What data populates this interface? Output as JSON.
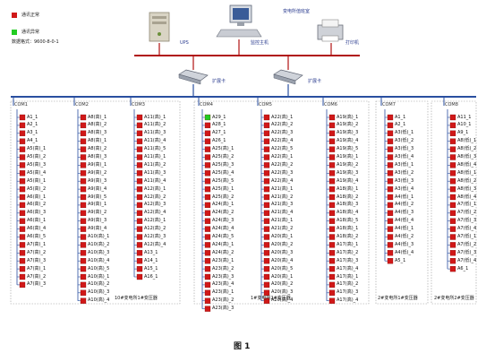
{
  "legend": [
    {
      "label": "通讯正常",
      "color": "#d01818"
    },
    {
      "label": "通讯异常",
      "color": "#22cc22"
    }
  ],
  "data_format": "数据格式：9600-8-0-1",
  "title": "变电所值班室",
  "devices": {
    "ups": "UPS",
    "host": "监控主机",
    "printer": "打印机",
    "switch1": "扩展卡",
    "switch2": "扩展卡"
  },
  "columns": [
    {
      "header": "COM1",
      "items": [
        "A1_1",
        "A2_1",
        "A3_1",
        "A4_1",
        "A5(高)_1",
        "A5(高)_2",
        "A5(高)_3",
        "A5(高)_4",
        "A5(高)_1",
        "A5(高)_2",
        "A6(高)_1",
        "A6(高)_2",
        "A6(高)_3",
        "A6(高)_1",
        "A6(高)_4",
        "A6(高)_5",
        "A7(高)_1",
        "A7(高)_2",
        "A7(高)_3",
        "A7(高)_1",
        "A7(高)_2",
        "A7(高)_3"
      ]
    },
    {
      "header": "COM2",
      "items": [
        "A8(高)_1",
        "A8(高)_2",
        "A8(高)_3",
        "A8(高)_1",
        "A8(高)_2",
        "A8(高)_3",
        "A9(高)_1",
        "A9(高)_2",
        "A9(高)_3",
        "A9(高)_4",
        "A9(高)_5",
        "A9(高)_1",
        "A9(高)_2",
        "A9(高)_3",
        "A9(高)_4",
        "A10(高)_1",
        "A10(高)_2",
        "A10(高)_3",
        "A10(高)_4",
        "A10(高)_5",
        "A10(高)_1",
        "A10(高)_2",
        "A10(高)_3",
        "A10(高)_4"
      ]
    },
    {
      "header": "COM3",
      "items": [
        "A11(高)_1",
        "A11(高)_2",
        "A11(高)_3",
        "A11(高)_4",
        "A11(高)_5",
        "A11(高)_1",
        "A11(高)_2",
        "A11(高)_3",
        "A11(高)_4",
        "A12(高)_1",
        "A12(高)_2",
        "A12(高)_3",
        "A12(高)_4",
        "A12(高)_1",
        "A12(高)_2",
        "A12(高)_3",
        "A12(高)_4",
        "A13_1",
        "A14_1",
        "A15_1",
        "A16_1"
      ]
    },
    {
      "header": "COM4",
      "items": [
        "A29_1",
        "A28_1",
        "A27_1",
        "A26_1",
        "A25(高)_1",
        "A25(高)_2",
        "A25(高)_3",
        "A25(高)_4",
        "A25(高)_5",
        "A25(高)_1",
        "A25(高)_2",
        "A24(高)_1",
        "A24(高)_2",
        "A24(高)_3",
        "A24(高)_4",
        "A24(高)_5",
        "A24(高)_1",
        "A24(高)_2",
        "A23(高)_1",
        "A23(高)_2",
        "A23(高)_3",
        "A23(高)_4",
        "A23(高)_1",
        "A23(高)_2",
        "A23(高)_3"
      ]
    },
    {
      "header": "COM5",
      "items": [
        "A22(高)_1",
        "A22(高)_2",
        "A22(高)_3",
        "A22(高)_4",
        "A22(高)_5",
        "A22(高)_1",
        "A22(高)_2",
        "A22(高)_3",
        "A22(高)_4",
        "A21(高)_1",
        "A21(高)_2",
        "A21(高)_3",
        "A21(高)_4",
        "A21(高)_1",
        "A21(高)_2",
        "A20(高)_1",
        "A20(高)_2",
        "A20(高)_3",
        "A20(高)_4",
        "A20(高)_5",
        "A20(高)_1",
        "A20(高)_2",
        "A20(高)_3",
        "A20(高)_4"
      ]
    },
    {
      "header": "COM6",
      "items": [
        "A19(高)_1",
        "A19(高)_2",
        "A19(高)_3",
        "A19(高)_4",
        "A19(高)_5",
        "A19(高)_1",
        "A19(高)_2",
        "A19(高)_3",
        "A19(高)_4",
        "A18(高)_1",
        "A18(高)_2",
        "A18(高)_3",
        "A18(高)_4",
        "A18(高)_5",
        "A18(高)_1",
        "A18(高)_2",
        "A17(高)_1",
        "A17(高)_2",
        "A17(高)_3",
        "A17(高)_4",
        "A17(高)_1",
        "A17(高)_2",
        "A17(高)_3",
        "A17(高)_4"
      ]
    },
    {
      "header": "COM7",
      "items": [
        "A1_1",
        "A2_1",
        "A3(低)_1",
        "A3(低)_2",
        "A3(低)_3",
        "A3(低)_4",
        "A3(低)_1",
        "A3(低)_2",
        "A3(低)_3",
        "A3(低)_4",
        "A4(低)_1",
        "A4(低)_2",
        "A4(低)_3",
        "A4(低)_4",
        "A4(低)_1",
        "A4(低)_2",
        "A4(低)_3",
        "A4(低)_4",
        "A5_1"
      ]
    },
    {
      "header": "COM8",
      "items": [
        "A11_1",
        "A10_1",
        "A9_1",
        "A8(低)_1",
        "A8(低)_2",
        "A8(低)_3",
        "A8(低)_4",
        "A8(低)_1",
        "A8(低)_2",
        "A8(低)_3",
        "A8(低)_4",
        "A7(低)_1",
        "A7(低)_2",
        "A7(低)_3",
        "A7(低)_4",
        "A7(低)_1",
        "A7(低)_2",
        "A7(低)_3",
        "A7(低)_4",
        "A6_1"
      ]
    }
  ],
  "group_labels": [
    "10#变电所1#变压器",
    "1#变电所2#变压器",
    "2#变电所1#变压器",
    "2#变电所2#变压器"
  ],
  "caption": "图 1",
  "colors": {
    "normal": "#d01818",
    "abnormal": "#22cc22",
    "bus": "#b01010",
    "line": "#2a4fa0"
  }
}
